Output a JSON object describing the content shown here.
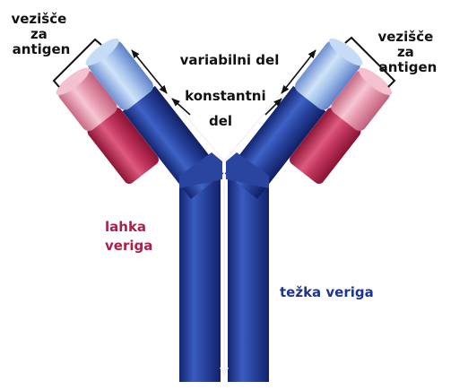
{
  "labels": {
    "binding_site_left": [
      "vezišče",
      "za",
      "antigen"
    ],
    "binding_site_right": [
      "vezišče",
      "za",
      "antigen"
    ],
    "variable_region": "variabilni del",
    "constant_region": [
      "konstantni",
      "del"
    ],
    "light_chain": [
      "lahka",
      "veriga"
    ],
    "heavy_chain": "težka veriga"
  },
  "colors": {
    "heavy_chain_dark": "#1c3593",
    "heavy_chain_mid": "#3a5cc0",
    "heavy_chain_light": "#b4d0f0",
    "light_chain_dark": "#b01e48",
    "light_chain_mid": "#d24a6e",
    "light_chain_light": "#f0b2c2",
    "light_chain_label": "#b01e48",
    "heavy_chain_label": "#1c3593",
    "text": "#111111"
  }
}
